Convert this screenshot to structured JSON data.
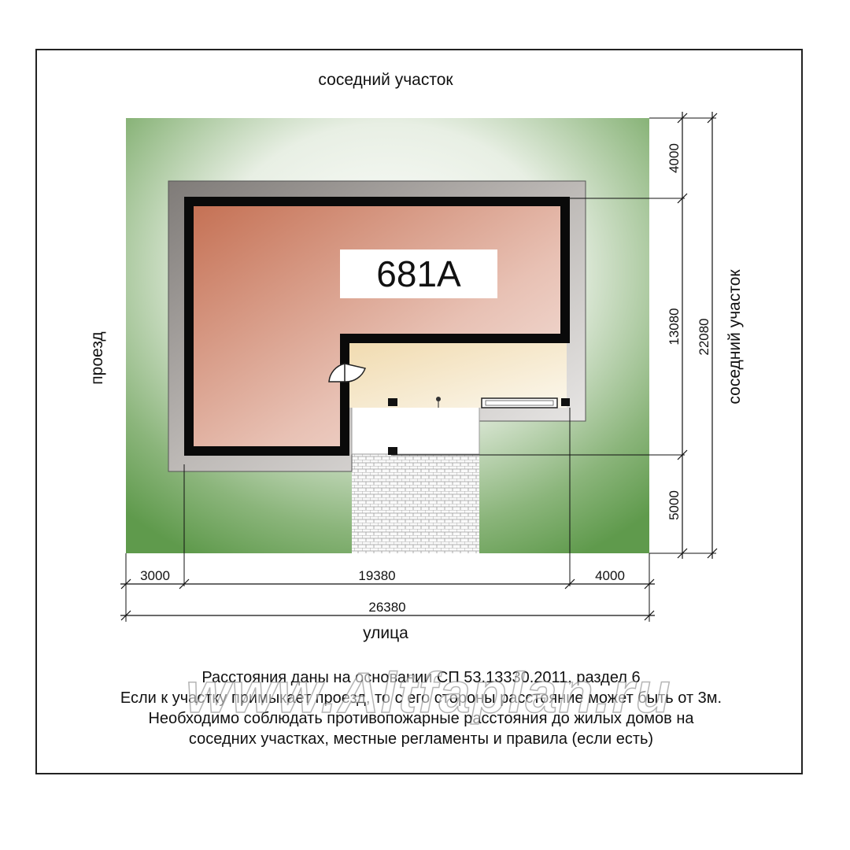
{
  "labels": {
    "top_neighbor": "соседний участок",
    "right_neighbor": "соседний участок",
    "left_driveway": "проезд",
    "street": "улица",
    "house_code": "681А"
  },
  "dimensions": {
    "right_top": "4000",
    "right_middle": "13080",
    "right_bottom": "5000",
    "right_total": "22080",
    "bottom_left": "3000",
    "bottom_middle": "19380",
    "bottom_right": "4000",
    "bottom_total": "26380"
  },
  "notes": [
    "Расстояния даны на основании СП 53.13330.2011, раздел 6",
    "Если к участку примыкает проезд, то с его стороны расстояние может быть от 3м.",
    "Необходимо соблюдать противопожарные расстояния до жилых домов на",
    "соседних участках, местные регламенты и правила (если есть)"
  ],
  "watermark": "www.Altfaplan.ru",
  "colors": {
    "plot_green": "#5f9a4c",
    "house_fill": "#c9836a",
    "terrace_fill": "#f3e8cf",
    "wall": "#0a0a0a",
    "blind_area": "#8d8a87"
  }
}
